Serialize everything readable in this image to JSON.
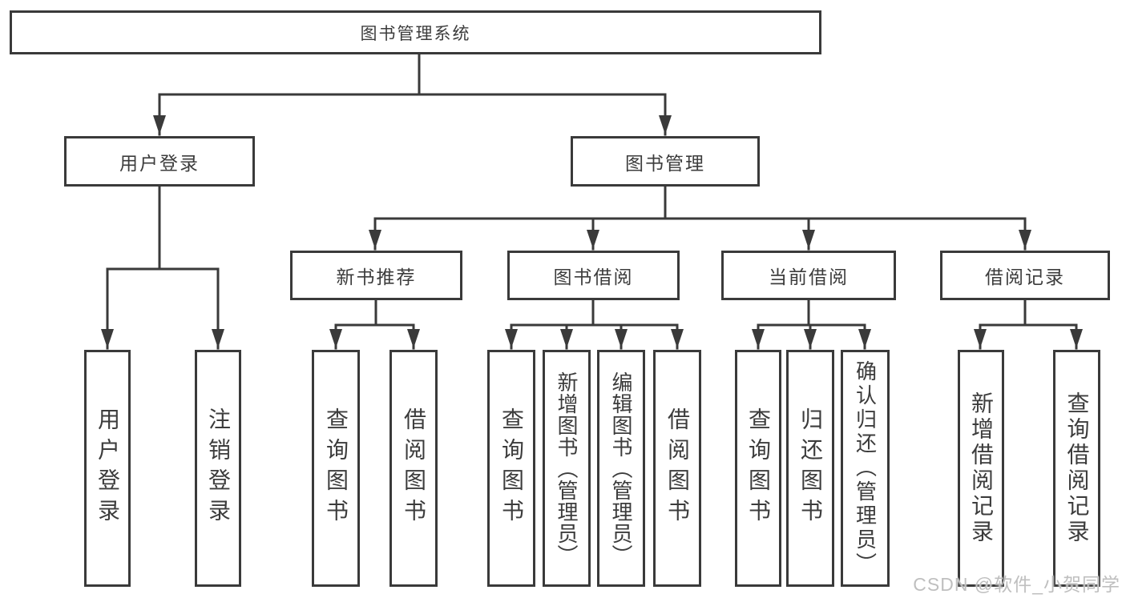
{
  "tree": {
    "label": "图书管理系统",
    "children": [
      {
        "label": "用户登录",
        "children": [
          {
            "label": "用户登录"
          },
          {
            "label": "注销登录"
          }
        ]
      },
      {
        "label": "图书管理",
        "children": [
          {
            "label": "新书推荐",
            "children": [
              {
                "label": "查询图书"
              },
              {
                "label": "借阅图书"
              }
            ]
          },
          {
            "label": "图书借阅",
            "children": [
              {
                "label": "查询图书"
              },
              {
                "label": "新增图书（管理员）"
              },
              {
                "label": "编辑图书（管理员）"
              },
              {
                "label": "借阅图书"
              }
            ]
          },
          {
            "label": "当前借阅",
            "children": [
              {
                "label": "查询图书"
              },
              {
                "label": "归还图书"
              },
              {
                "label": "确认归还（管理员）"
              }
            ]
          },
          {
            "label": "借阅记录",
            "children": [
              {
                "label": "新增借阅记录"
              },
              {
                "label": "查询借阅记录"
              }
            ]
          }
        ]
      }
    ]
  },
  "watermark": {
    "text": "CSDN @软件_小贺同学"
  },
  "colors": {
    "line": "#3a3a3a",
    "box_border": "#3a3a3a",
    "text": "#3c3c3c",
    "watermark": "#bfbfbf",
    "background": "#ffffff"
  }
}
